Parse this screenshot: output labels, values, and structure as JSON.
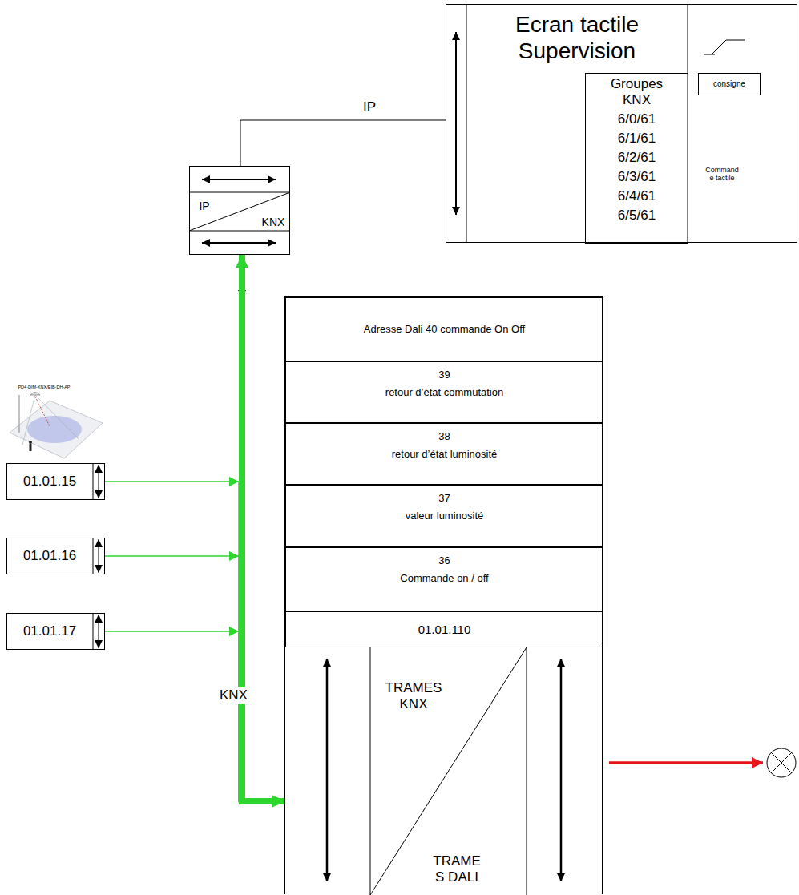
{
  "diagram": {
    "nodes": [
      {
        "text": [
          "Ecran tactile Supervision"
        ]
      },
      {
        "text": [
          "Groupes KNX",
          "6/0/61",
          "6/1/61",
          "6/2/61",
          "6/3/61",
          "6/4/61",
          "6/5/61"
        ],
        "in": 0
      },
      {
        "text": [
          "consigne"
        ],
        "in": 0
      },
      {
        "text": [
          "IP",
          "KNX"
        ]
      },
      {
        "text": [
          "01.01.15"
        ]
      },
      {
        "text": [
          "01.01.16"
        ]
      },
      {
        "text": [
          "01.01.17"
        ]
      },
      {
        "text": [
          "TRAMES KNX",
          "TRAME S DALI"
        ]
      },
      {
        "text": [
          "Adresse Dali 40 commande On Off"
        ],
        "in": 7
      },
      {
        "text": [
          "39",
          "retour d’état commutation"
        ],
        "in": 7
      },
      {
        "text": [
          "38",
          "retour d’état luminosité"
        ],
        "in": 7
      },
      {
        "text": [
          "37",
          "valeur luminosité"
        ],
        "in": 7
      },
      {
        "text": [
          "36",
          "Commande on / off"
        ],
        "in": 7
      },
      {
        "text": [
          "01.01.110"
        ],
        "in": 7
      }
    ],
    "edges": [
      {
        "from": 0,
        "to": 3,
        "label": "IP",
        "arrow": "none"
      },
      {
        "from": 3,
        "to": 7,
        "label": "KNX",
        "arrow": "both"
      },
      {
        "from": 4,
        "to": 7,
        "arrow": "to"
      },
      {
        "from": 5,
        "to": 7,
        "arrow": "to"
      },
      {
        "from": 6,
        "to": 7,
        "arrow": "to"
      }
    ],
    "labels": [
      "Command e tactile",
      "PD4-DIM-KNX/EIB-DH-AP"
    ]
  }
}
